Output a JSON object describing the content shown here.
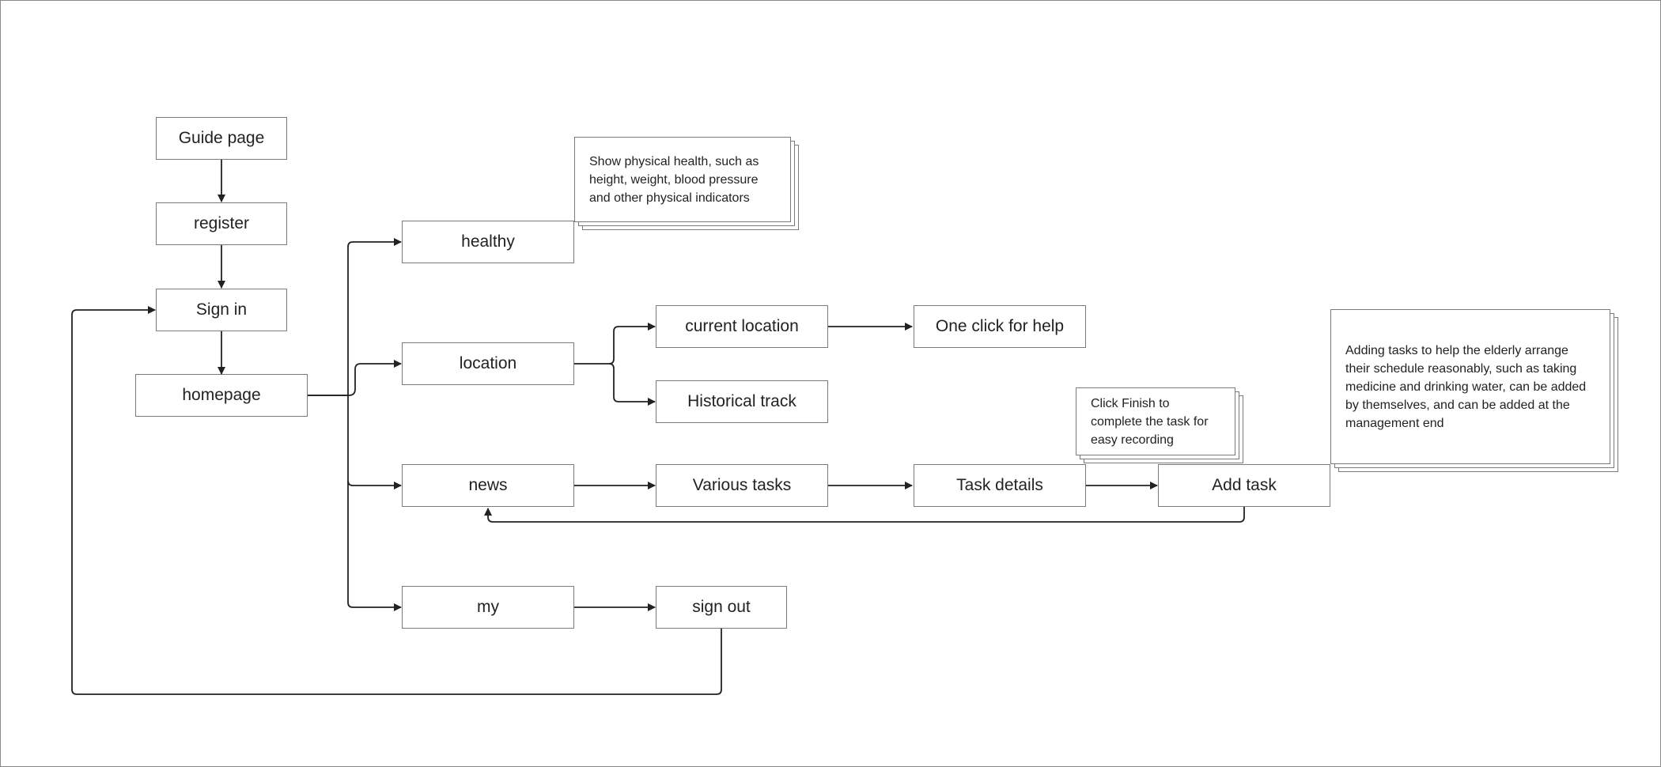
{
  "colors": {
    "border": "#7a7a7a",
    "edge": "#222222",
    "text": "#222222",
    "frame": "#8a8a8a"
  },
  "nodes": {
    "guide_page": "Guide page",
    "register": "register",
    "sign_in": "Sign in",
    "homepage": "homepage",
    "healthy": "healthy",
    "location": "location",
    "news": "news",
    "my": "my",
    "current_location": "current location",
    "historical_track": "Historical track",
    "one_click_help": "One click for help",
    "various_tasks": "Various tasks",
    "task_details": "Task details",
    "add_task": "Add task",
    "sign_out": "sign out"
  },
  "notes": {
    "healthy_note": "Show physical health, such as height, weight, blood pressure and other physical indicators",
    "finish_note": "Click Finish to complete the task for easy recording",
    "add_task_note": "Adding tasks to help the elderly arrange their schedule reasonably, such as taking medicine and drinking water, can be added by themselves, and can be added at the management end"
  }
}
